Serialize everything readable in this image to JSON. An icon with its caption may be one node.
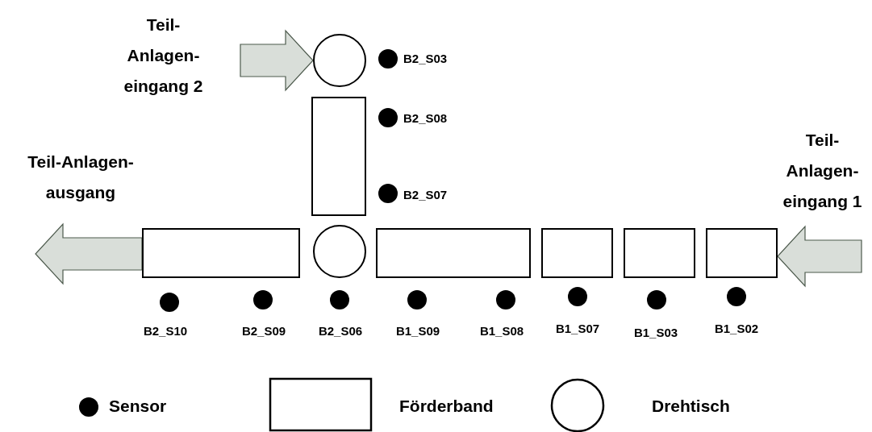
{
  "diagram": {
    "nodes": [
      {
        "text": [],
        "shape": "circle"
      },
      {
        "text": [],
        "shape": "circle",
        "beside": [
          "B2_S03"
        ]
      },
      {
        "text": [],
        "shape": "box"
      },
      {
        "text": [],
        "shape": "circle",
        "beside": [
          "B2_S08"
        ]
      },
      {
        "text": [],
        "shape": "circle",
        "beside": [
          "B2_S07"
        ]
      },
      {
        "text": [],
        "shape": "box"
      },
      {
        "text": [],
        "shape": "circle"
      },
      {
        "text": [],
        "shape": "box"
      },
      {
        "text": [],
        "shape": "box"
      },
      {
        "text": [],
        "shape": "box"
      },
      {
        "text": [],
        "shape": "box"
      },
      {
        "text": [],
        "shape": "circle",
        "beside": [
          "B2_S10"
        ]
      },
      {
        "text": [],
        "shape": "circle",
        "beside": [
          "B2_S09"
        ]
      },
      {
        "text": [],
        "shape": "circle",
        "beside": [
          "B2_S06"
        ]
      },
      {
        "text": [],
        "shape": "circle",
        "beside": [
          "B1_S09"
        ]
      },
      {
        "text": [],
        "shape": "circle",
        "beside": [
          "B1_S08"
        ]
      },
      {
        "text": [],
        "shape": "circle",
        "beside": [
          "B1_S07"
        ]
      },
      {
        "text": [],
        "shape": "circle",
        "beside": [
          "B1_S03"
        ]
      },
      {
        "text": [],
        "shape": "circle",
        "beside": [
          "B1_S02"
        ]
      }
    ],
    "edges": [
      {
        "from": null,
        "to": 0,
        "arrow": "to",
        "style": "thick"
      },
      {
        "from": 5,
        "to": null,
        "arrow": "to",
        "style": "thick"
      },
      {
        "from": null,
        "to": 10,
        "arrow": "to",
        "style": "thick"
      }
    ],
    "labels": [
      "Teil- Anlagen- eingang 2",
      "Teil-Anlagen- ausgang",
      "Teil- Anlagen- eingang 1"
    ],
    "legend": [
      {
        "text": "Sensor"
      },
      {
        "text": "Förderband"
      },
      {
        "text": "Drehtisch"
      }
    ]
  }
}
